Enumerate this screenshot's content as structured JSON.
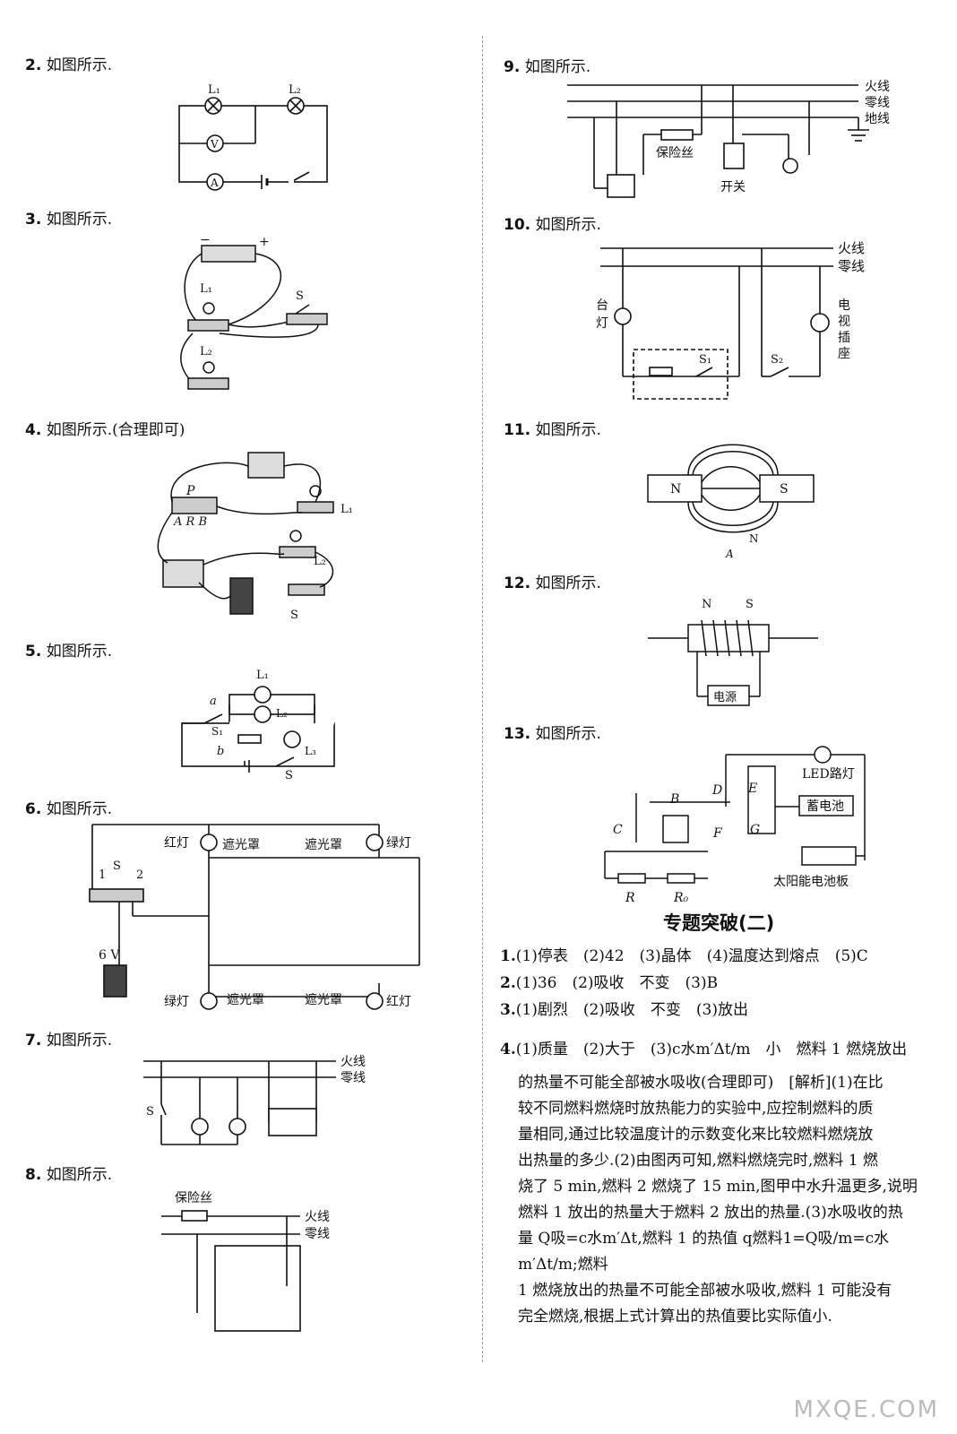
{
  "left_items": [
    {
      "num": "2.",
      "text": "如图所示."
    },
    {
      "num": "3.",
      "text": "如图所示."
    },
    {
      "num": "4.",
      "text": "如图所示.(合理即可)"
    },
    {
      "num": "5.",
      "text": "如图所示."
    },
    {
      "num": "6.",
      "text": "如图所示."
    },
    {
      "num": "7.",
      "text": "如图所示."
    },
    {
      "num": "8.",
      "text": "如图所示."
    }
  ],
  "right_items": [
    {
      "num": "9.",
      "text": "如图所示."
    },
    {
      "num": "10.",
      "text": "如图所示."
    },
    {
      "num": "11.",
      "text": "如图所示."
    },
    {
      "num": "12.",
      "text": "如图所示."
    },
    {
      "num": "13.",
      "text": "如图所示."
    }
  ],
  "diagram_labels": {
    "l1": "L₁",
    "l2": "L₂",
    "v": "V",
    "a": "A",
    "s": "S",
    "s1": "S₁",
    "s2": "S₂",
    "fire": "火线",
    "zero": "零线",
    "ground": "地线",
    "fuse": "保险丝",
    "switch": "开关",
    "tv_socket": "电视插座",
    "desk_lamp": "台灯",
    "n": "N",
    "power": "电源",
    "led": "LED路灯",
    "battery": "蓄电池",
    "solar": "太阳能电池板",
    "red_lamp": "红灯",
    "green_lamp": "绿灯",
    "shade": "遮光罩",
    "six_v": "6 V",
    "r": "R",
    "r0": "R₀",
    "pa": "a",
    "pb": "b"
  },
  "section_title": "专题突破(二)",
  "answers": [
    {
      "num": "1.",
      "text": "(1)停表　(2)42　(3)晶体　(4)温度达到熔点　(5)C"
    },
    {
      "num": "2.",
      "text": "(1)36　(2)吸收　不变　(3)B"
    },
    {
      "num": "3.",
      "text": "(1)剧烈　(2)吸收　不变　(3)放出"
    },
    {
      "num": "4.",
      "text": "(1)质量　(2)大于　(3)c水m′Δt/m　小　燃料 1 燃烧放出"
    }
  ],
  "paragraph": [
    "的热量不可能全部被水吸收(合理即可)　[解析](1)在比",
    "较不同燃料燃烧时放热能力的实验中,应控制燃料的质",
    "量相同,通过比较温度计的示数变化来比较燃料燃烧放",
    "出热量的多少.(2)由图丙可知,燃料燃烧完时,燃料 1 燃",
    "烧了 5 min,燃料 2 燃烧了 15 min,图甲中水升温更多,说明",
    "燃料 1 放出的热量大于燃料 2 放出的热量.(3)水吸收的热",
    "量 Q吸=c水m′Δt,燃料 1 的热值 q燃料1=Q吸/m=c水m′Δt/m;燃料",
    "1 燃烧放出的热量不可能全部被水吸收,燃料 1 可能没有",
    "完全燃烧,根据上式计算出的热值要比实际值小."
  ],
  "watermark": "MXQE.COM"
}
